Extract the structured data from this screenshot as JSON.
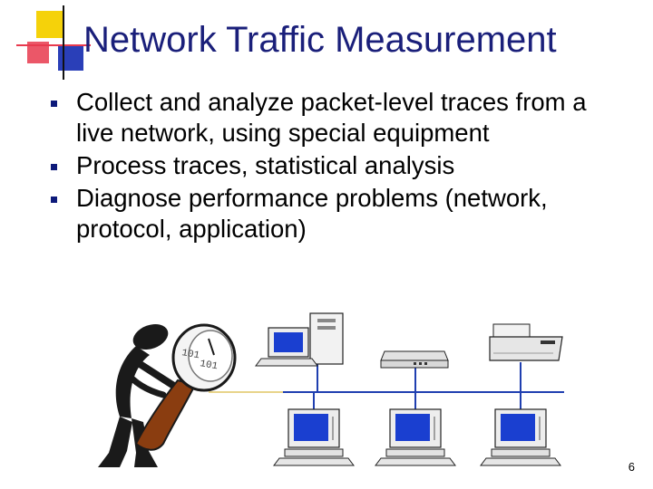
{
  "slide": {
    "title": "Network Traffic Measurement",
    "bullets": [
      "Collect and analyze packet-level traces from a live network, using special equipment",
      "Process traces, statistical analysis",
      "Diagnose performance problems (network, protocol, application)"
    ],
    "lens_text_1": "101",
    "lens_text_2": "101",
    "page_number": "6"
  },
  "colors": {
    "title": "#1a1f7a",
    "bullet_mark": "#0d1a7a",
    "network_line": "#1f3fb0",
    "screen_blue": "#1a3fd0",
    "deco_yellow": "#f5d20a",
    "deco_red": "#e83a4e",
    "deco_blue": "#2a3fb8"
  },
  "icons": [
    "magnifier-person-icon",
    "desktop-computer-icon",
    "hub-icon",
    "printer-icon",
    "workstation-icon"
  ]
}
